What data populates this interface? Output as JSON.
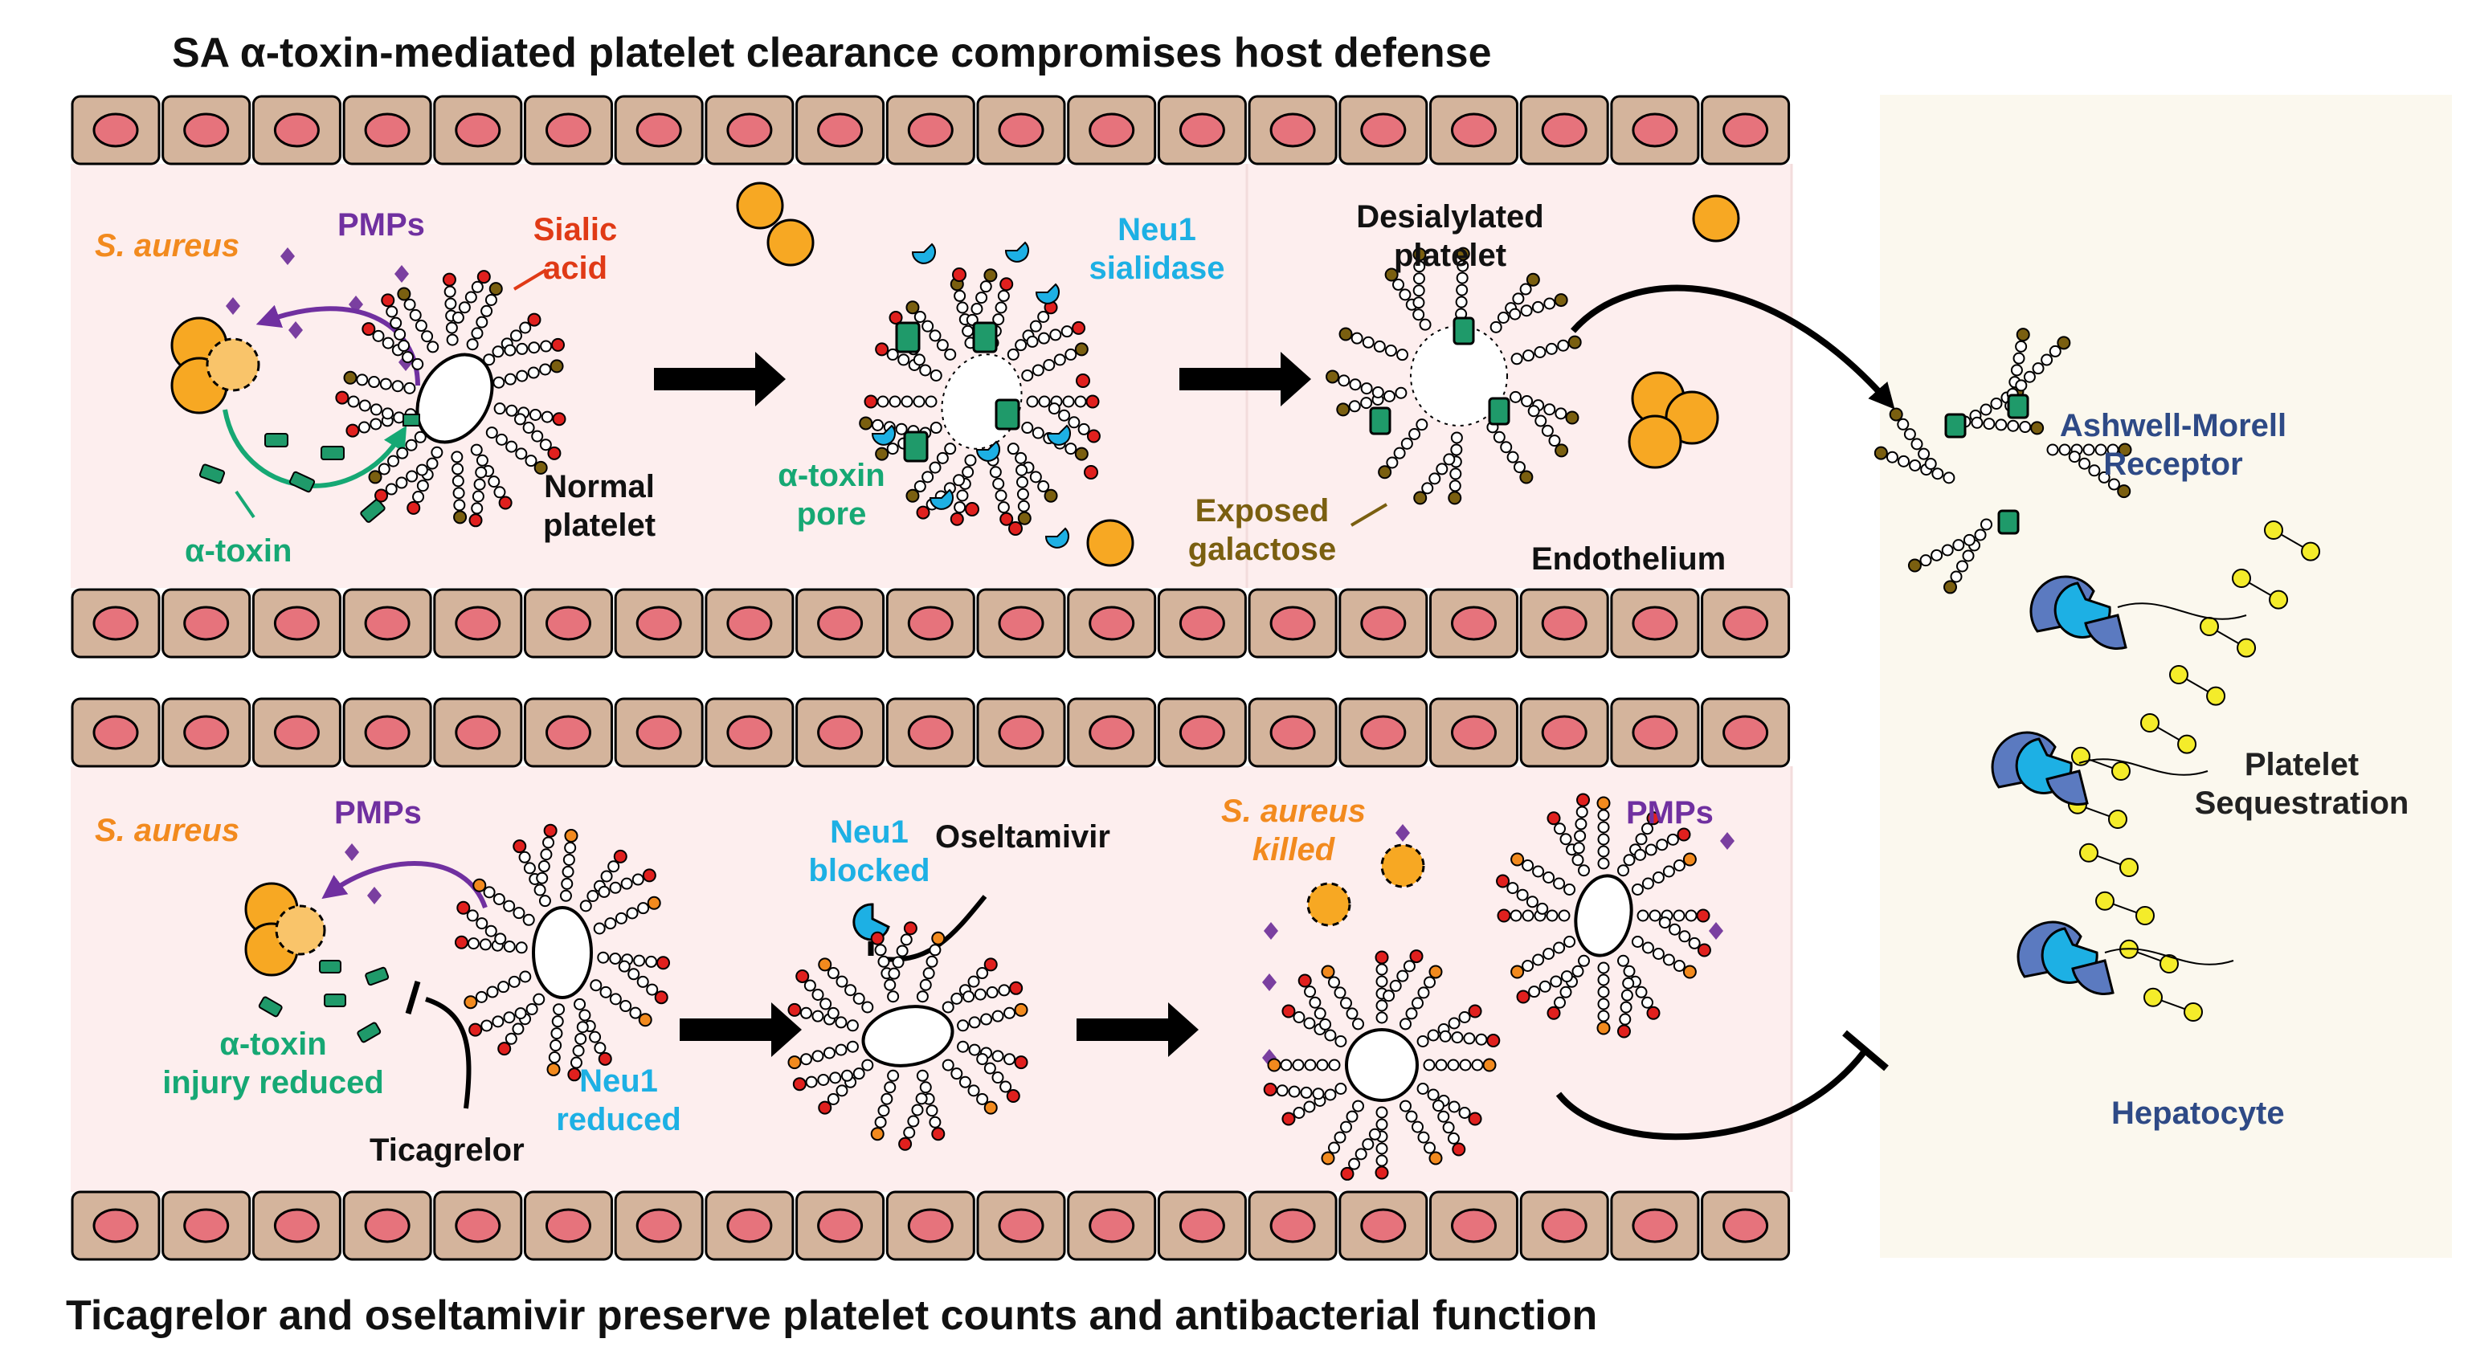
{
  "titles": {
    "top": "SA α-toxin-mediated platelet clearance compromises host defense",
    "bottom": "Ticagrelor and oseltamivir preserve platelet counts and antibacterial function"
  },
  "top_panel": {
    "s_aureus": "S. aureus",
    "pmps": "PMPs",
    "sialic_acid": [
      "Sialic",
      "acid"
    ],
    "alpha_toxin": "α-toxin",
    "normal_platelet": [
      "Normal",
      "platelet"
    ],
    "neu1_sialidase": [
      "Neu1",
      "sialidase"
    ],
    "alpha_toxin_pore": [
      "α-toxin",
      "pore"
    ],
    "desialylated_platelet": [
      "Desialylated",
      "platelet"
    ],
    "exposed_galactose": [
      "Exposed",
      "galactose"
    ],
    "endothelium": "Endothelium"
  },
  "bottom_panel": {
    "s_aureus": "S. aureus",
    "pmps_left": "PMPs",
    "alpha_toxin_reduced": [
      "α-toxin",
      "injury reduced"
    ],
    "ticagrelor": "Ticagrelor",
    "neu1_reduced": [
      "Neu1",
      "reduced"
    ],
    "neu1_blocked": [
      "Neu1",
      "blocked"
    ],
    "oseltamivir": "Oseltamivir",
    "s_aureus_killed": [
      "S. aureus",
      "killed"
    ],
    "pmps_right": "PMPs"
  },
  "liver_panel": {
    "receptor": [
      "Ashwell-Morell",
      "Receptor"
    ],
    "sequestration": [
      "Platelet",
      "Sequestration"
    ],
    "hepatocyte": "Hepatocyte"
  },
  "colors": {
    "endothelial_cell": "#d4b49c",
    "nucleus": "#e6737c",
    "vessel_lumen": "#fdeeee",
    "liver_bg": "#fbf8ee",
    "bacteria": "#f7a823",
    "sialic_acid": "#e0201e",
    "galactose": "#7a5f10",
    "neu1": "#1db0e4",
    "toxin": "#1f9a6a",
    "receptor": "#5b7ac0",
    "lipid": "#f4ec2a"
  }
}
